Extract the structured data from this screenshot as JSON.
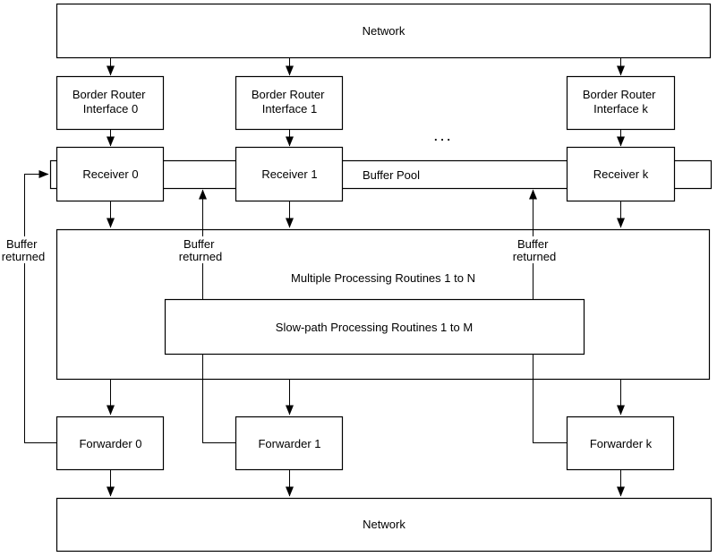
{
  "diagram": {
    "background_color": "#ffffff",
    "stroke_color": "#000000",
    "text_color": "#000000",
    "nodes": {
      "network_top": {
        "label": "Network"
      },
      "border_router_0": {
        "line1": "Border Router",
        "line2": "Interface 0"
      },
      "border_router_1": {
        "line1": "Border Router",
        "line2": "Interface 1"
      },
      "border_router_k": {
        "line1": "Border Router",
        "line2": "Interface k"
      },
      "receiver_0": {
        "label": "Receiver 0"
      },
      "receiver_1": {
        "label": "Receiver 1"
      },
      "receiver_k": {
        "label": "Receiver k"
      },
      "buffer_pool": {
        "label": "Buffer Pool"
      },
      "processing": {
        "label": "Multiple Processing Routines 1 to N"
      },
      "slow_path": {
        "label": "Slow-path Processing Routines 1 to M"
      },
      "forwarder_0": {
        "label": "Forwarder 0"
      },
      "forwarder_1": {
        "label": "Forwarder 1"
      },
      "forwarder_k": {
        "label": "Forwarder k"
      },
      "network_bottom": {
        "label": "Network"
      }
    },
    "labels": {
      "ellipsis": ". . .",
      "buffer_returned_left": {
        "line1": "Buffer",
        "line2": "returned"
      },
      "buffer_returned_mid": {
        "line1": "Buffer",
        "line2": "returned"
      },
      "buffer_returned_right": {
        "line1": "Buffer",
        "line2": "returned"
      }
    }
  }
}
